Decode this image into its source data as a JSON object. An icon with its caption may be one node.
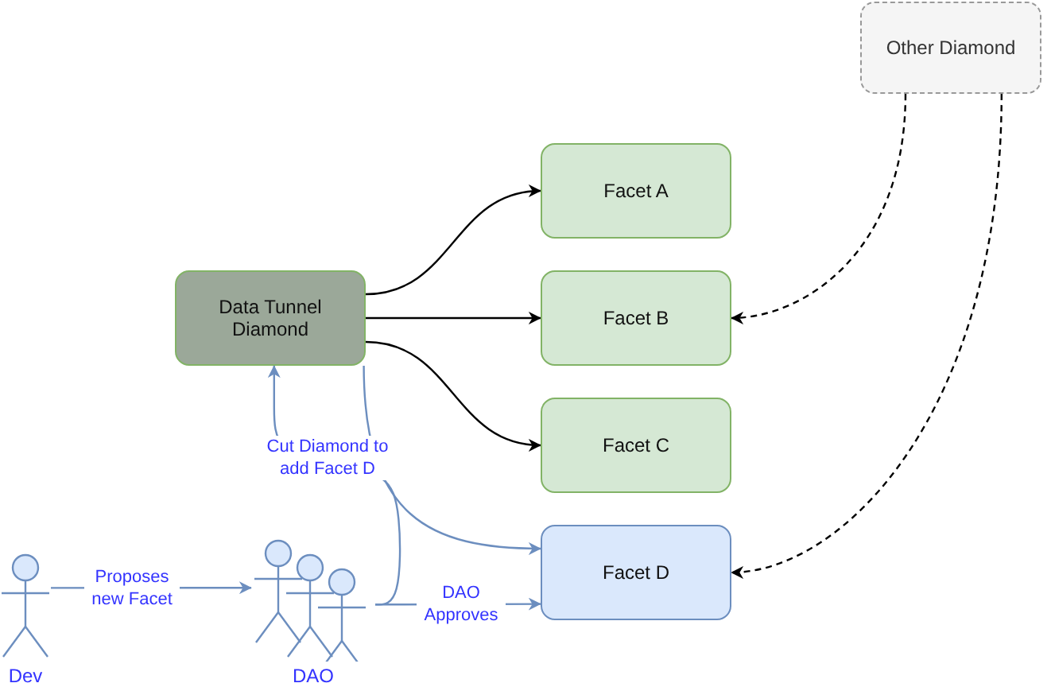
{
  "diagram": {
    "nodes": [
      {
        "text": [
          "Other Diamond"
        ]
      },
      {
        "text": [
          "Facet A"
        ]
      },
      {
        "text": [
          "Data Tunnel Diamond"
        ]
      },
      {
        "text": [
          "Facet B"
        ]
      },
      {
        "text": [
          "Facet C"
        ]
      },
      {
        "text": [
          "Facet D"
        ]
      },
      {
        "text": [
          "Dev"
        ]
      },
      {
        "text": [
          "DAO"
        ]
      }
    ],
    "edges": [
      {
        "from": 2,
        "to": 1,
        "arrow": "to"
      },
      {
        "from": 2,
        "to": 3,
        "arrow": "to"
      },
      {
        "from": 2,
        "to": 4,
        "arrow": "to"
      },
      {
        "from": 2,
        "to": 5,
        "arrow": "to",
        "color": "#6c8ebf"
      },
      {
        "from": 0,
        "to": 3,
        "arrow": "to",
        "style": "dashed"
      },
      {
        "from": 0,
        "to": 5,
        "arrow": "to",
        "style": "dashed"
      },
      {
        "from": 6,
        "to": 7,
        "arrow": "to",
        "label": "Proposes new Facet",
        "color": "#6c8ebf"
      },
      {
        "from": 7,
        "to": 2,
        "arrow": "to",
        "label": "Cut Diamond to add Facet D",
        "color": "#6c8ebf"
      },
      {
        "from": 7,
        "to": 5,
        "arrow": "to",
        "label": "DAO Approves",
        "color": "#6c8ebf"
      }
    ]
  }
}
